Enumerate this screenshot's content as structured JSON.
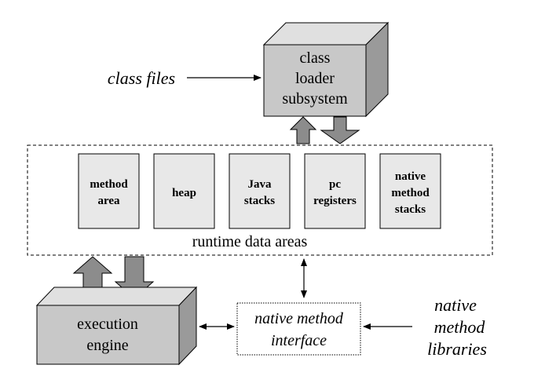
{
  "class_files": "class files",
  "class_loader": {
    "line1": "class",
    "line2": "loader",
    "line3": "subsystem"
  },
  "runtime_data_areas": {
    "label": "runtime data areas",
    "boxes": [
      {
        "id": "method-area",
        "lines": [
          "method",
          "area"
        ]
      },
      {
        "id": "heap",
        "lines": [
          "heap"
        ]
      },
      {
        "id": "java-stacks",
        "lines": [
          "Java",
          "stacks"
        ]
      },
      {
        "id": "pc-registers",
        "lines": [
          "pc",
          "registers"
        ]
      },
      {
        "id": "native-method-stacks",
        "lines": [
          "native",
          "method",
          "stacks"
        ]
      }
    ]
  },
  "execution_engine": {
    "line1": "execution",
    "line2": "engine"
  },
  "native_method_interface": {
    "line1": "native method",
    "line2": "interface"
  },
  "native_method_libraries": {
    "line1": "native",
    "line2": "method",
    "line3": "libraries"
  },
  "colors": {
    "box_fill": "#e8e8e8",
    "cube_front": "#c8c8c8",
    "cube_top": "#e0e0e0",
    "cube_side": "#9a9a9a",
    "block_arrow": "#8c8c8c"
  }
}
